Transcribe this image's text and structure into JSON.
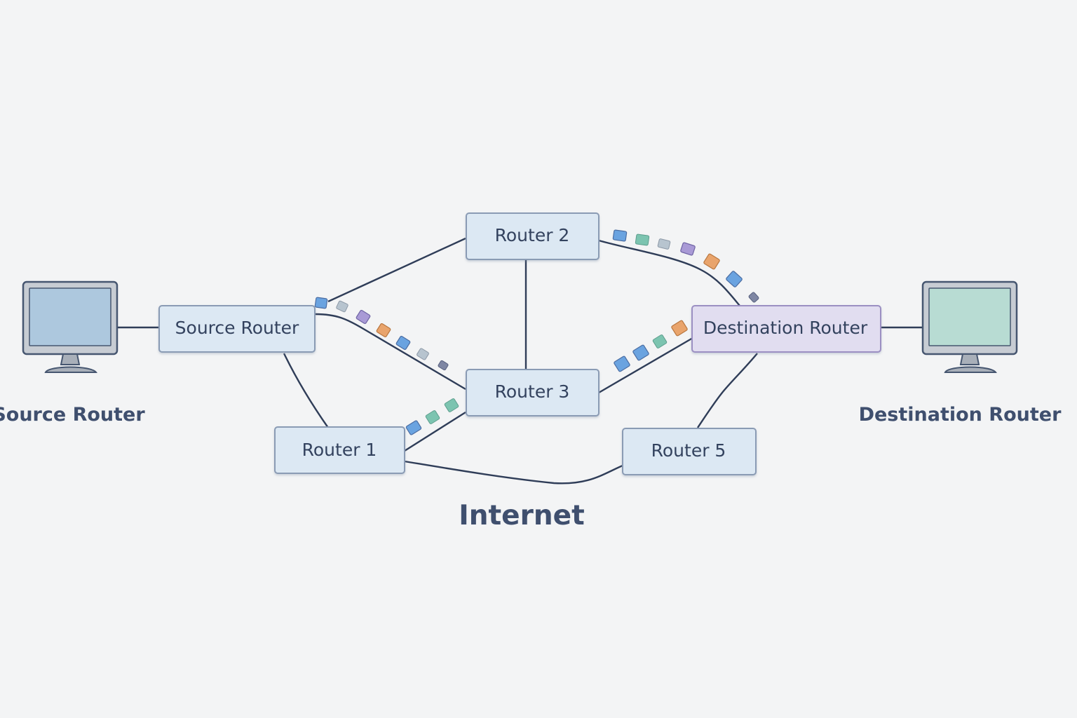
{
  "diagram": {
    "nodes": {
      "source_router": "Source Router",
      "router_2": "Router 2",
      "router_3": "Router 3",
      "router_1": "Router 1",
      "router_5": "Router 5",
      "destination_router": "Destination Router"
    },
    "captions": {
      "source_computer": "Source Router",
      "destination_computer": "Destination Router",
      "network": "Internet"
    }
  },
  "colors": {
    "router_fill": "#dce8f3",
    "router_border": "#8a9bb4",
    "destination_fill": "#e1ddf0",
    "destination_border": "#9b8fc2",
    "source_screen": "#adc8de",
    "destination_screen": "#b8dcd3",
    "packet_blue": "#6aa3e0",
    "packet_green": "#7cc4b0",
    "packet_gray": "#b7c4cf",
    "packet_purple": "#a99ad6",
    "packet_orange": "#e9a46c",
    "packet_slate": "#7e86a3"
  }
}
